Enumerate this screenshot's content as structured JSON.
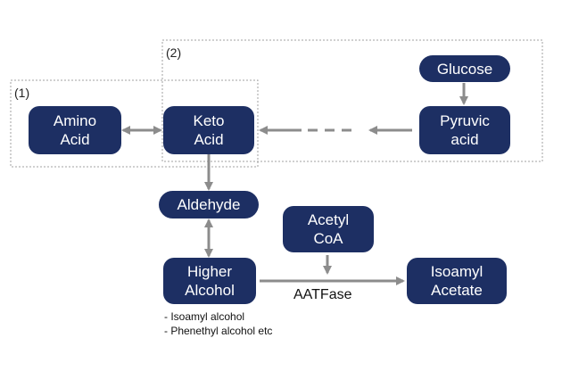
{
  "colors": {
    "node_fill": "#1d2f63",
    "node_text": "#ffffff",
    "arrow": "#8c8c8c",
    "region_border": "#a0a0a0"
  },
  "regions": {
    "region_1": {
      "label": "(1)"
    },
    "region_2": {
      "label": "(2)"
    }
  },
  "nodes": {
    "amino_acid": {
      "line1": "Amino",
      "line2": "Acid"
    },
    "keto_acid": {
      "line1": "Keto",
      "line2": "Acid"
    },
    "glucose": {
      "line1": "Glucose"
    },
    "pyruvic_acid": {
      "line1": "Pyruvic",
      "line2": "acid"
    },
    "aldehyde": {
      "line1": "Aldehyde"
    },
    "acetyl_coa": {
      "line1": "Acetyl",
      "line2": "CoA"
    },
    "higher_alcohol": {
      "line1": "Higher",
      "line2": "Alcohol"
    },
    "isoamyl_acetate": {
      "line1": "Isoamyl",
      "line2": "Acetate"
    }
  },
  "edge_labels": {
    "aatfase": "AATFase"
  },
  "notes": {
    "higher_alcohol_examples": [
      "- Isoamyl alcohol",
      "- Phenethyl alcohol etc"
    ]
  }
}
